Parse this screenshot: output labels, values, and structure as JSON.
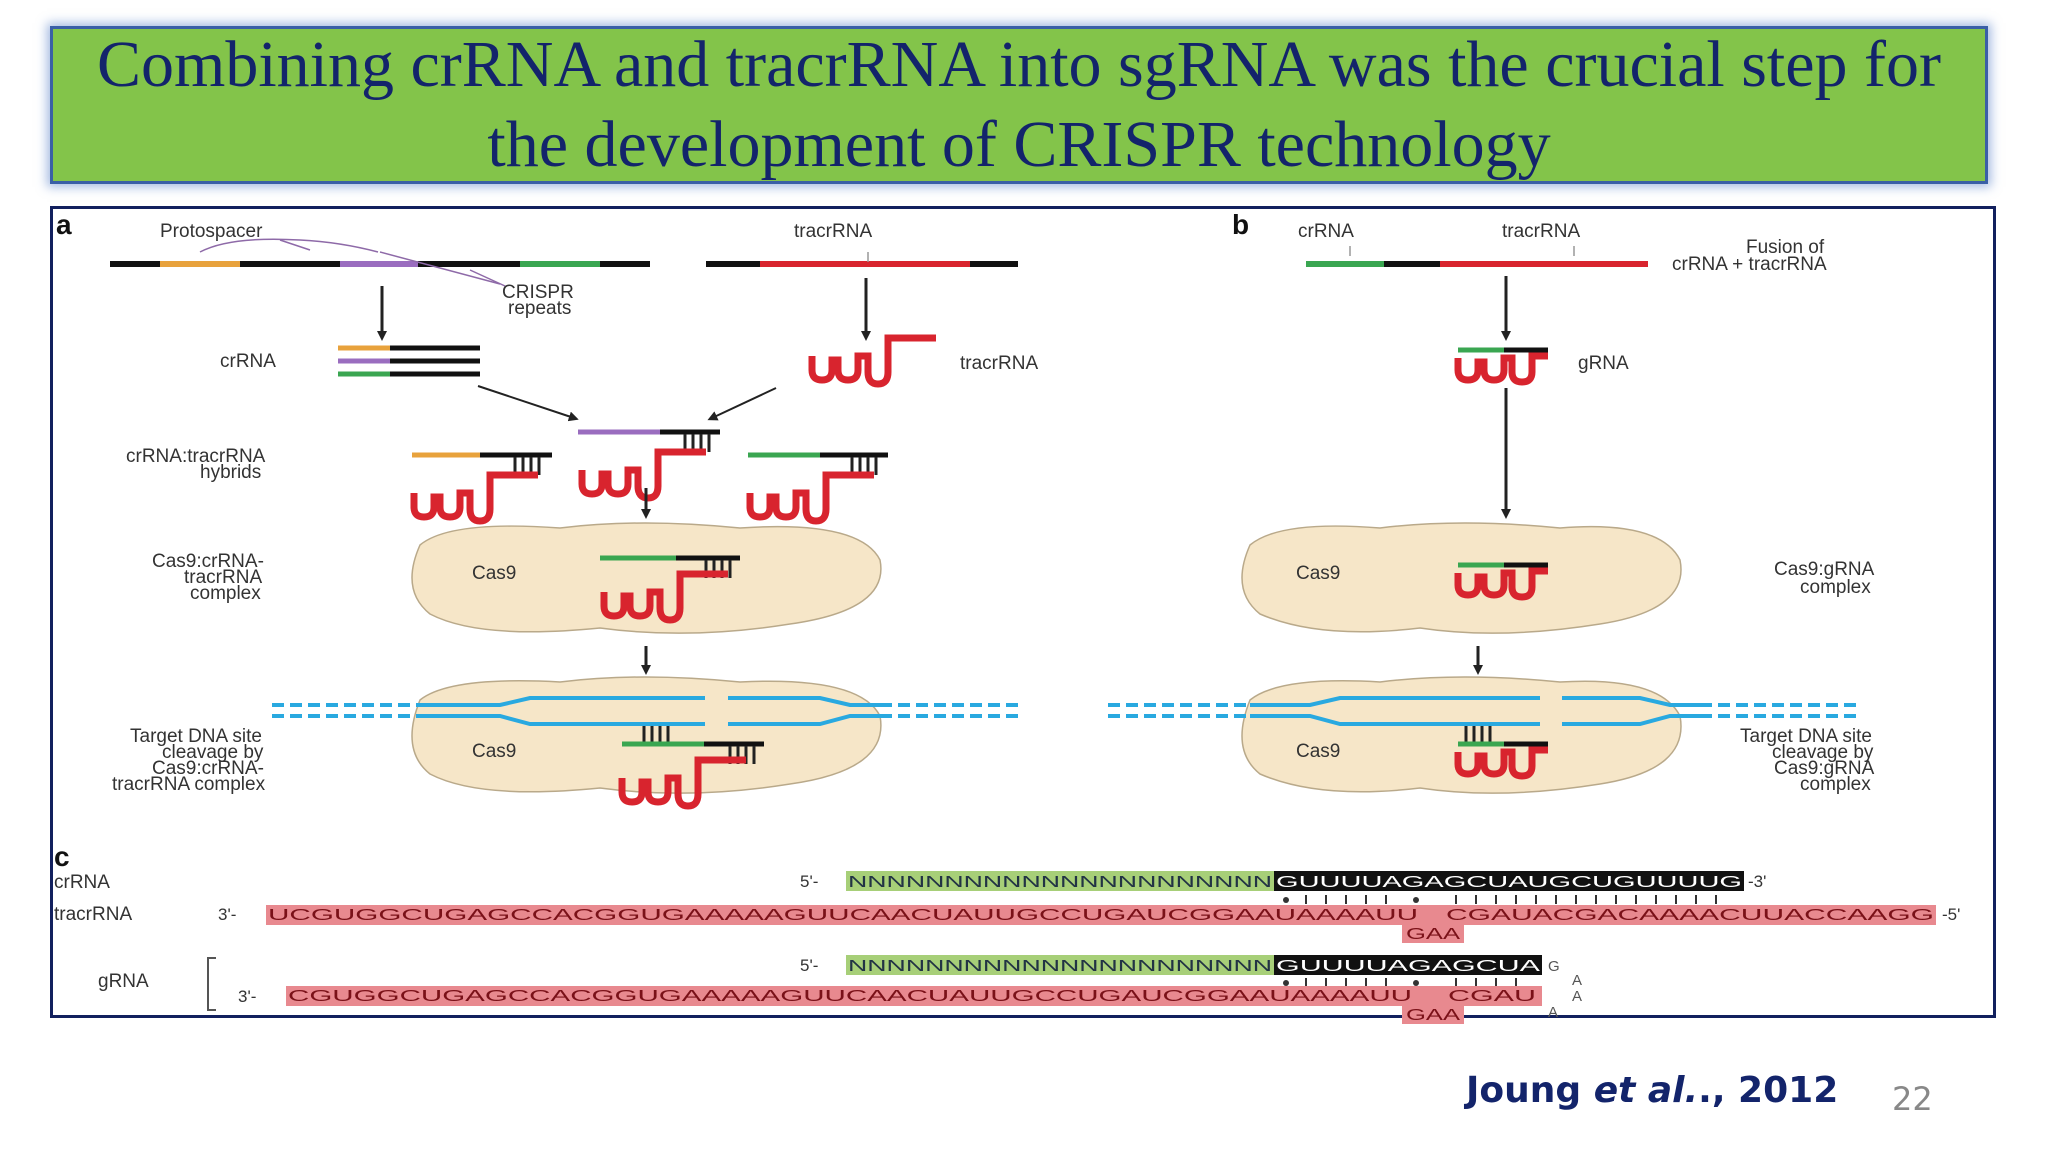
{
  "slide": {
    "title": "Combining crRNA and tracrRNA into sgRNA was the crucial step for the development of CRISPR technology",
    "citation_author": "Joung",
    "citation_etal": "et al.",
    "citation_year": "., 2012",
    "page_number": "22"
  },
  "figure": {
    "panel_a": {
      "letter": "a",
      "protospacer": "Protospacer",
      "crispr_repeats_line1": "CRISPR",
      "crispr_repeats_line2": "repeats",
      "tracrrna_top": "tracrRNA",
      "crrna": "crRNA",
      "tracrrna_mid": "tracrRNA",
      "hybrids_line1": "crRNA:tracrRNA",
      "hybrids_line2": "hybrids",
      "complex_line1": "Cas9:crRNA-",
      "complex_line2": "tracrRNA",
      "complex_line3": "complex",
      "cas9_upper": "Cas9",
      "cas9_lower": "Cas9",
      "cleavage_line1": "Target DNA site",
      "cleavage_line2": "cleavage by",
      "cleavage_line3": "Cas9:crRNA-",
      "cleavage_line4": "tracrRNA complex"
    },
    "panel_b": {
      "letter": "b",
      "crrna": "crRNA",
      "tracrrna": "tracrRNA",
      "fusion_line1": "Fusion of",
      "fusion_line2": "crRNA + tracrRNA",
      "grna": "gRNA",
      "cas9_upper": "Cas9",
      "cas9_lower": "Cas9",
      "complex_line1": "Cas9:gRNA",
      "complex_line2": "complex",
      "cleavage_line1": "Target DNA site",
      "cleavage_line2": "cleavage by",
      "cleavage_line3": "Cas9:gRNA",
      "cleavage_line4": "complex"
    },
    "panel_c": {
      "letter": "c",
      "crrna_label": "crRNA",
      "tracrrna_label": "tracrRNA",
      "grna_label": "gRNA",
      "five_prime": "5'-",
      "three_prime_end": "-3'",
      "three_prime": "3'-",
      "five_prime_end": "-5'",
      "crrna_spacer": "NNNNNNNNNNNNNNNNNNNNNN",
      "crrna_repeat": "GUUUUAGAGCUAUGCUGUUUUG",
      "tracrrna_seq_left": "UCGUGGCUGAGCCACGGUGAAAAAGUUCAACUAUUGCCUGAUCGGAAUAAAAUU",
      "tracrrna_seq_right": "CGAUACGACAAAACUUACCAAGG",
      "tracrrna_loop": "GAA",
      "grna_spacer": "NNNNNNNNNNNNNNNNNNNNNN",
      "grna_repeat": "GUUUUAGAGCUA",
      "grna_tail_left": "CGUGGCUGAGCCACGGUGAAAAAGUUCAACUAUUGCCUGAUCGGAAUAAAAUU",
      "grna_tail_right": "CGAU",
      "grna_loop": "GAA",
      "grna_tetraloop": [
        "G",
        "A",
        "A",
        "A"
      ]
    }
  },
  "colors": {
    "title_bg": "#83c44a",
    "title_text": "#13246b",
    "frame_border": "#12205e",
    "rna_red": "#d8242e",
    "spacer_green": "#3aa651",
    "spacer_orange": "#e8a23c",
    "spacer_purple": "#9a6dbf",
    "dna_blue": "#29a9e0",
    "cas9_fill": "#f6e6c8",
    "seq_green_bg": "#a7cf78",
    "seq_red_bg": "#e8898f"
  }
}
